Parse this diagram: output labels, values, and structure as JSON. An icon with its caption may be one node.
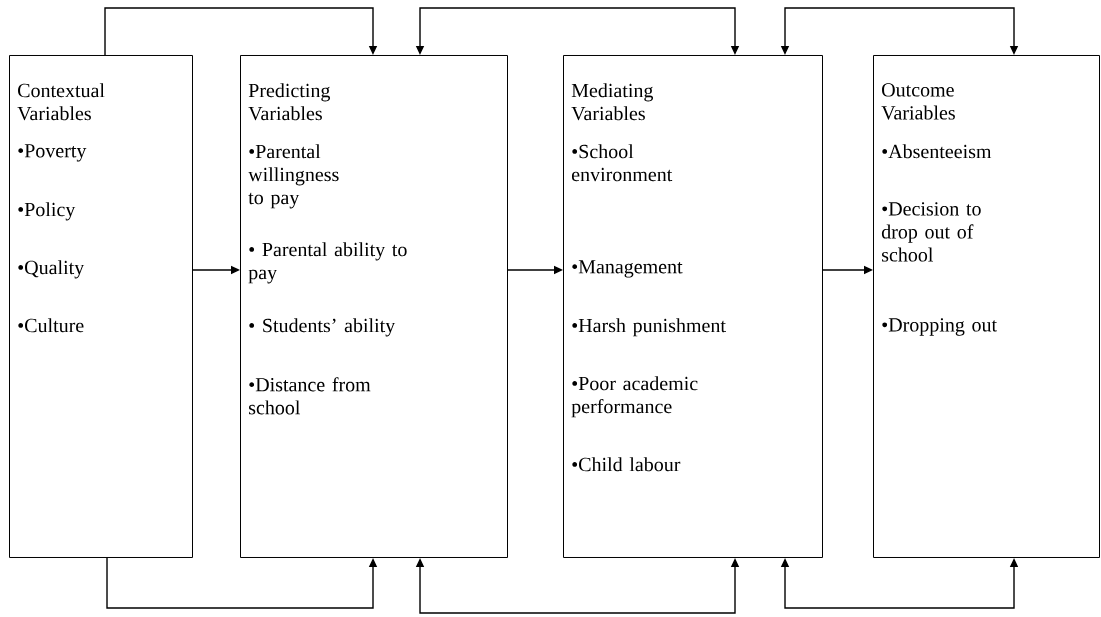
{
  "diagram": {
    "nodes": [
      {
        "text": [
          "Contextual Variables",
          "•Poverty",
          "•Policy",
          "•Quality",
          "•Culture"
        ]
      },
      {
        "text": [
          "Predicting Variables",
          "•Parental willingness to pay",
          "• Parental ability to pay",
          "• Students’ ability",
          "•Distance from school"
        ]
      },
      {
        "text": [
          "Mediating Variables",
          "•School environment",
          "•Management",
          "•Harsh punishment",
          "•Poor academic performance",
          "•Child labour"
        ]
      },
      {
        "text": [
          "Outcome Variables",
          "•Absenteeism",
          "•Decision to drop out of school",
          "•Dropping out"
        ]
      }
    ],
    "edges": [
      {
        "from": 0,
        "to": 1,
        "arrow": "to"
      },
      {
        "from": 1,
        "to": 2,
        "arrow": "both"
      },
      {
        "from": 2,
        "to": 3,
        "arrow": "both"
      },
      {
        "from": 0,
        "to": 1,
        "arrow": "to"
      },
      {
        "from": 1,
        "to": 2,
        "arrow": "both"
      },
      {
        "from": 2,
        "to": 3,
        "arrow": "both"
      },
      {
        "from": 0,
        "to": 1,
        "arrow": "to"
      },
      {
        "from": 1,
        "to": 2,
        "arrow": "to"
      },
      {
        "from": 2,
        "to": 3,
        "arrow": "to"
      }
    ]
  }
}
